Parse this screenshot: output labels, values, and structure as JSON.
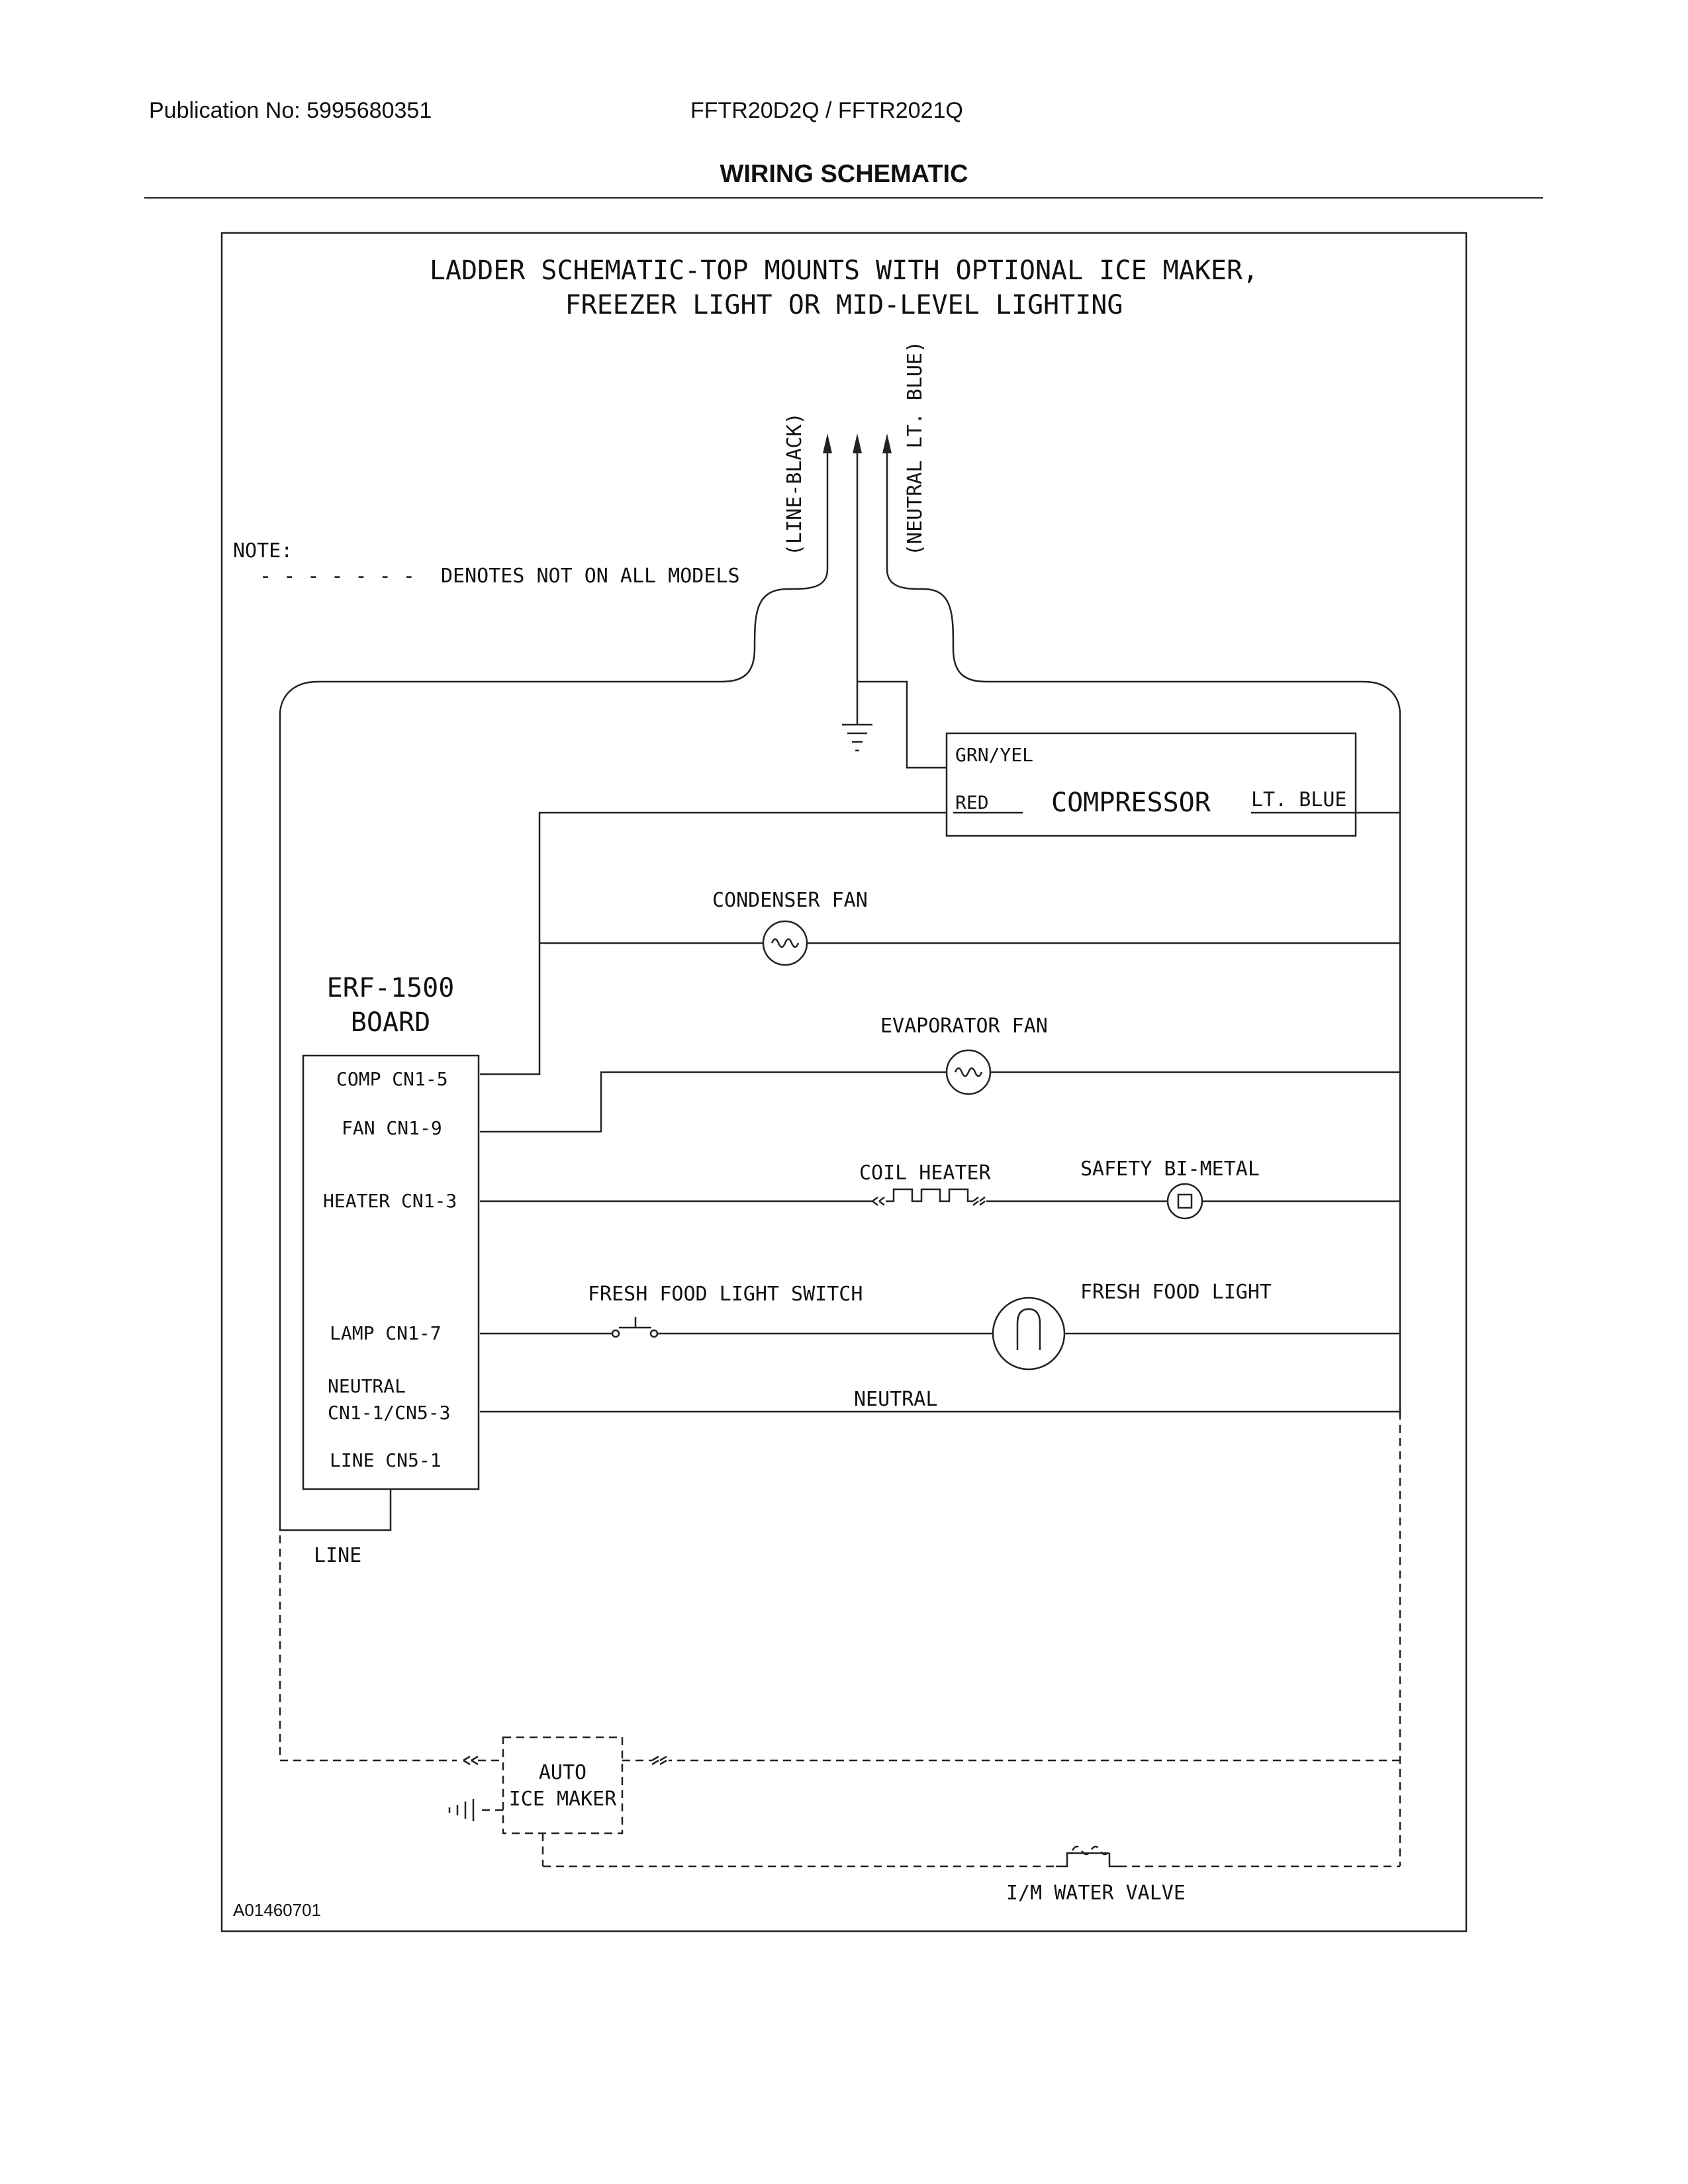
{
  "header": {
    "publication": "Publication No: 5995680351",
    "models": "FFTR20D2Q / FFTR2021Q",
    "title": "WIRING SCHEMATIC"
  },
  "diagram": {
    "title_line1": "LADDER SCHEMATIC-TOP MOUNTS WITH OPTIONAL ICE MAKER,",
    "title_line2": "FREEZER LIGHT OR MID-LEVEL LIGHTING",
    "note_heading": "NOTE:",
    "note_dashes": "- - - - - - -",
    "note_text": "DENOTES NOT ON ALL MODELS",
    "line_black": "(LINE-BLACK)",
    "neutral_blue": "(NEUTRAL LT. BLUE)",
    "board_label_1": "ERF-1500",
    "board_label_2": "BOARD",
    "pins": {
      "comp": "COMP CN1-5",
      "fan": "FAN CN1-9",
      "heater": "HEATER CN1-3",
      "lamp": "LAMP CN1-7",
      "neutral_1": "NEUTRAL",
      "neutral_2": "CN1-1/CN5-3",
      "line": "LINE CN5-1"
    },
    "compressor": {
      "label": "COMPRESSOR",
      "grn_yel": "GRN/YEL",
      "red": "RED",
      "lt_blue": "LT. BLUE"
    },
    "condenser_fan": "CONDENSER FAN",
    "evaporator_fan": "EVAPORATOR FAN",
    "coil_heater": "COIL HEATER",
    "safety_bimetal": "SAFETY BI-METAL",
    "fresh_food_light_switch": "FRESH FOOD LIGHT SWITCH",
    "fresh_food_light": "FRESH FOOD LIGHT",
    "neutral": "NEUTRAL",
    "line": "LINE",
    "ice_maker_1": "AUTO",
    "ice_maker_2": "ICE MAKER",
    "water_valve": "I/M WATER VALVE",
    "drawing_id": "A01460701"
  }
}
